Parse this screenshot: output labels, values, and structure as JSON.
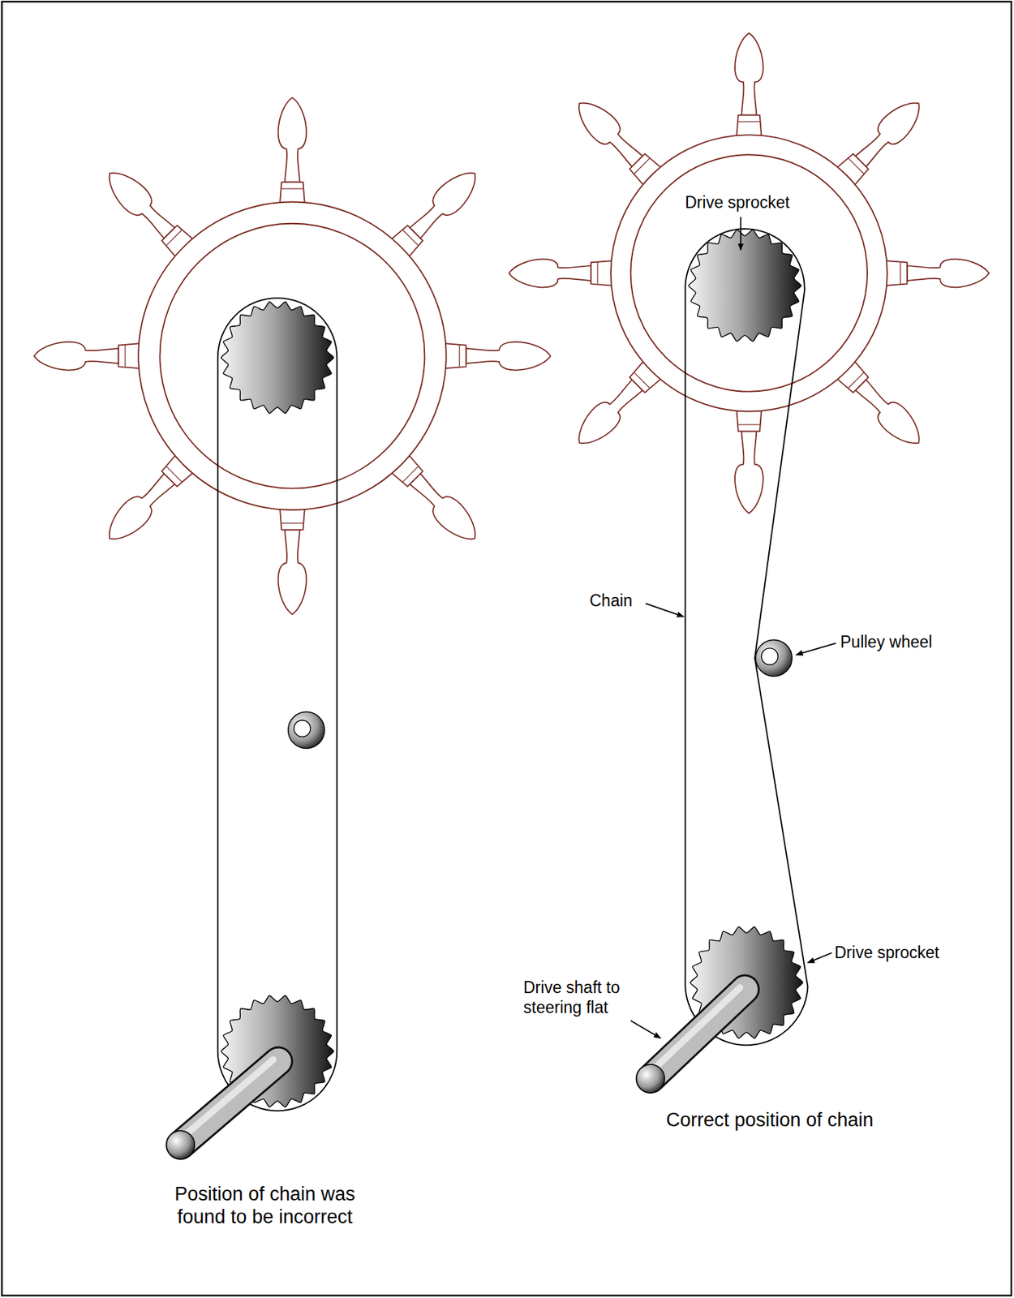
{
  "diagram": {
    "labels": [
      "Drive sprocket",
      "Chain",
      "Pulley wheel",
      "Drive sprocket",
      "Drive shaft to steering flat",
      "Correct position of chain",
      "Position of chain was found to be incorrect"
    ]
  }
}
